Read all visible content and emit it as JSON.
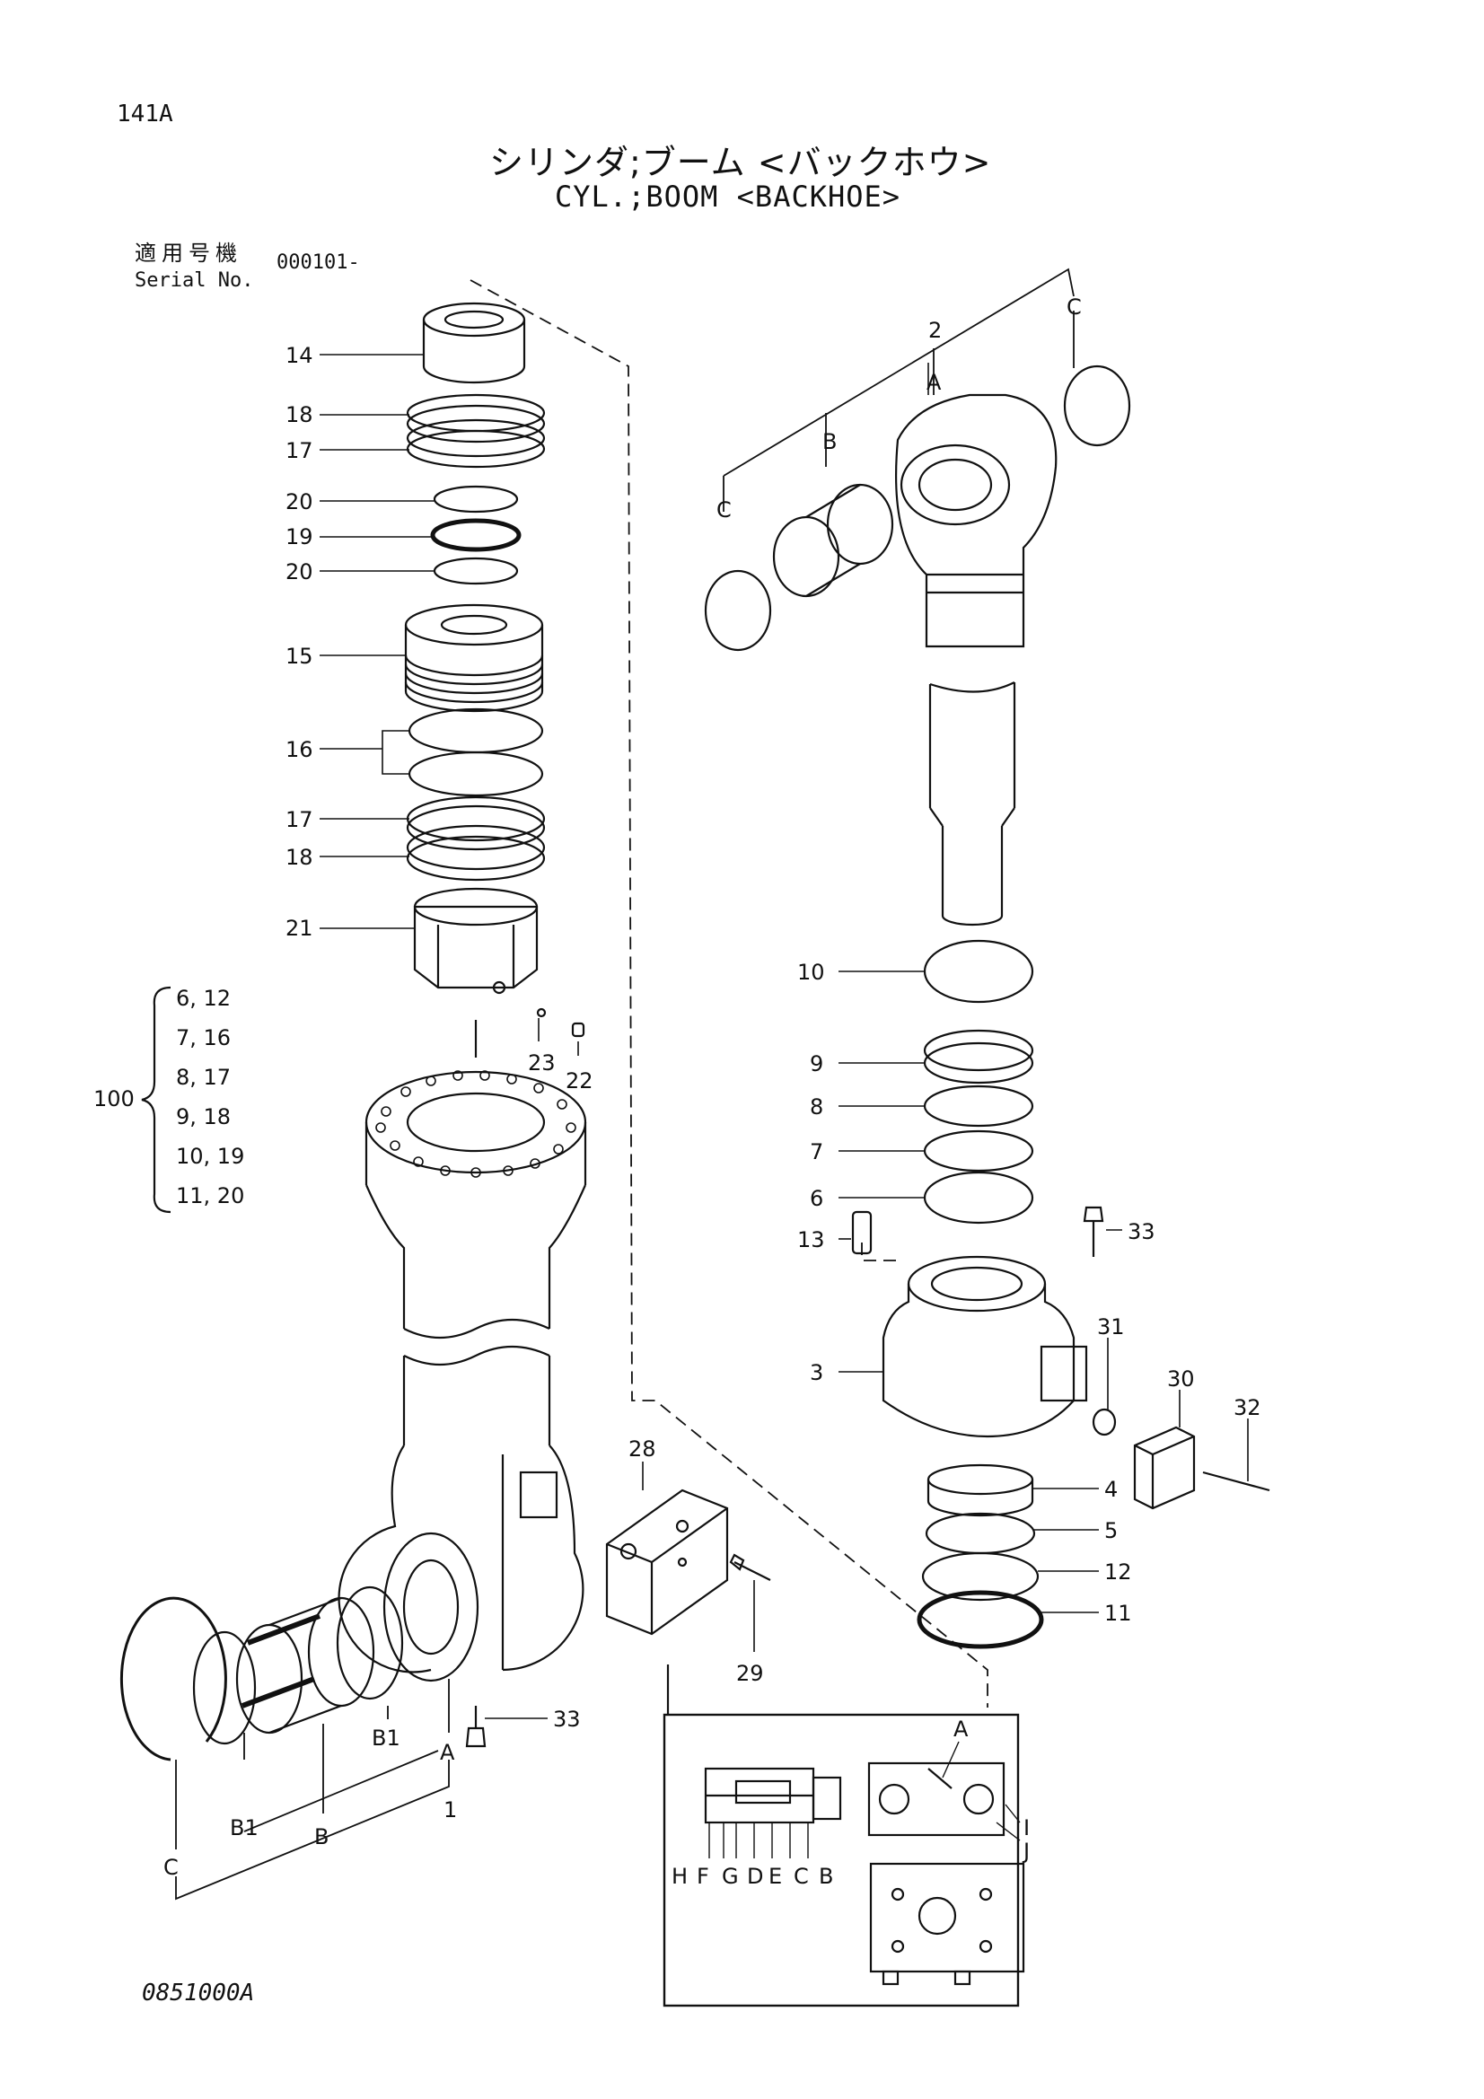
{
  "page_id": "141A",
  "title_ja": "シリンダ;ブーム <バックホウ>",
  "title_en": "CYL.;BOOM <BACKHOE>",
  "serial": {
    "label_ja": "適用号機",
    "label_en": "Serial No.",
    "value": "000101-"
  },
  "drawing_number": "0851000A",
  "kit": {
    "label": "100",
    "rows": [
      "6, 12",
      "7, 16",
      "8, 17",
      "9, 18",
      "10, 19",
      "11, 20"
    ]
  },
  "callouts": {
    "c14": "14",
    "c18a": "18",
    "c17a": "17",
    "c20a": "20",
    "c19": "19",
    "c20b": "20",
    "c15": "15",
    "c16": "16",
    "c17b": "17",
    "c18b": "18",
    "c21": "21",
    "c23": "23",
    "c22": "22",
    "c2": "2",
    "cA_top": "A",
    "cB_top": "B",
    "cC_top_left": "C",
    "cC_top_right": "C",
    "c10": "10",
    "c9": "9",
    "c8": "8",
    "c7": "7",
    "c6": "6",
    "c13": "13",
    "c33_top": "33",
    "c3": "3",
    "c31": "31",
    "c30": "30",
    "c32": "32",
    "c4": "4",
    "c5": "5",
    "c12": "12",
    "c11": "11",
    "c28": "28",
    "c29": "29",
    "c33_bottom": "33",
    "cB1_right": "B1",
    "cA_bottom": "A",
    "c1": "1",
    "cB1_left": "B1",
    "cB_bottom": "B",
    "cC_bottom": "C"
  },
  "inset": {
    "top_label": "A",
    "bottom_letters": [
      "H",
      "F",
      "G",
      "D",
      "E",
      "C",
      "B"
    ],
    "side_labels": [
      "I",
      "J"
    ]
  }
}
